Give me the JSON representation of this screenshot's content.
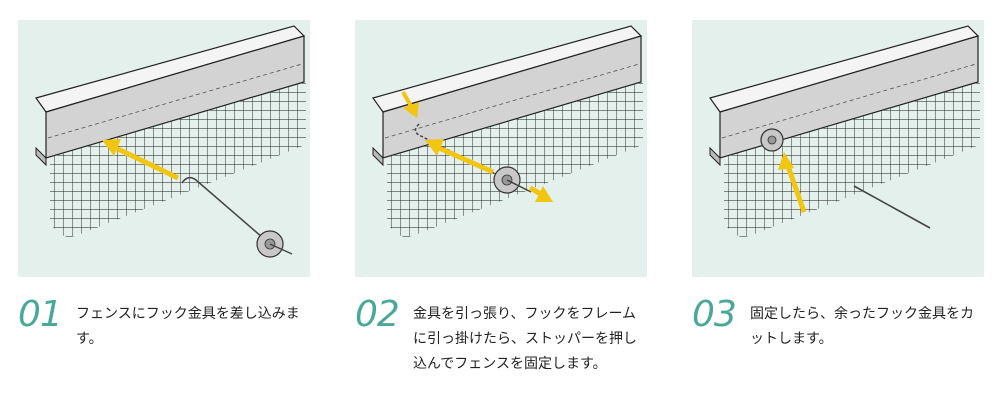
{
  "steps": [
    {
      "number": "01",
      "text": "フェンスにフック金具を差し込みます。"
    },
    {
      "number": "02",
      "text": "金具を引っ張り、フックをフレームに引っ掛けたら、ストッパーを押し込んでフェンスを固定します。"
    },
    {
      "number": "03",
      "text": "固定したら、余ったフック金具をカットします。"
    }
  ],
  "colors": {
    "accent": "#4aa89a",
    "panel_bg": "#e3f0ec",
    "arrow": "#f2c511"
  }
}
